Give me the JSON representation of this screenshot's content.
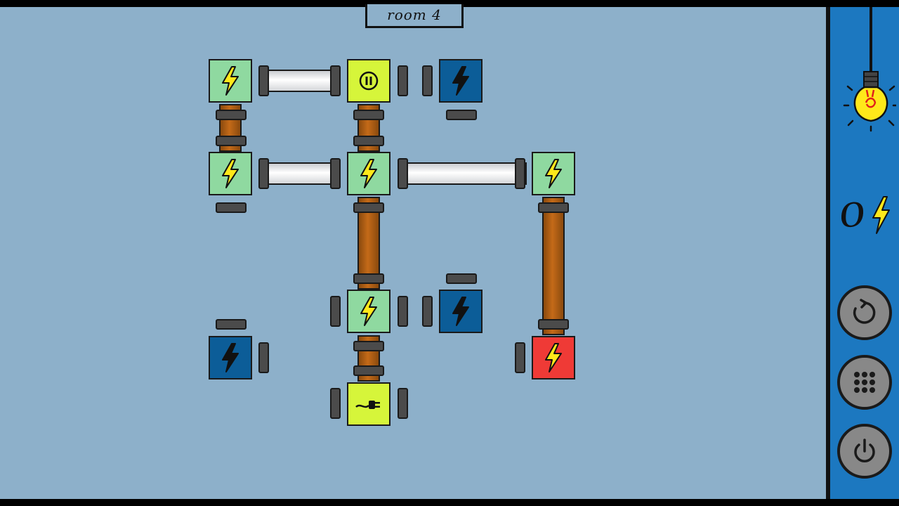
{
  "room": {
    "label": "room 4"
  },
  "counter": {
    "value": "0"
  },
  "icons": {
    "bolt": "lightning-bolt-icon",
    "pause": "pause-icon",
    "plug": "power-plug-icon",
    "restart": "restart-icon",
    "menu": "grid-menu-icon",
    "power": "power-icon",
    "bulb": "light-bulb-icon"
  },
  "colors": {
    "board": "#8db0ca",
    "sidebar": "#1c78c0",
    "node_lit": "#8fd9a0",
    "node_off": "#0c5d98",
    "node_source": "#d6f53a",
    "node_hot": "#ef3a36",
    "bolt_lit": "#ffe81a",
    "wire_h": "#ffffff",
    "wire_v": "#c46a18",
    "connector": "#4b4b4b"
  },
  "nodes": [
    {
      "id": "r1c1",
      "state": "lit",
      "icon": "bolt"
    },
    {
      "id": "r1c2",
      "state": "source",
      "icon": "pause"
    },
    {
      "id": "r1c3",
      "state": "off",
      "icon": "bolt"
    },
    {
      "id": "r2c1",
      "state": "lit",
      "icon": "bolt"
    },
    {
      "id": "r2c2",
      "state": "lit",
      "icon": "bolt"
    },
    {
      "id": "r2c4",
      "state": "lit",
      "icon": "bolt"
    },
    {
      "id": "r4c2",
      "state": "lit",
      "icon": "bolt"
    },
    {
      "id": "r4c3",
      "state": "off",
      "icon": "bolt"
    },
    {
      "id": "r5c1",
      "state": "off",
      "icon": "bolt"
    },
    {
      "id": "r5c4",
      "state": "hot",
      "icon": "bolt"
    },
    {
      "id": "r6c2",
      "state": "source",
      "icon": "plug"
    }
  ]
}
